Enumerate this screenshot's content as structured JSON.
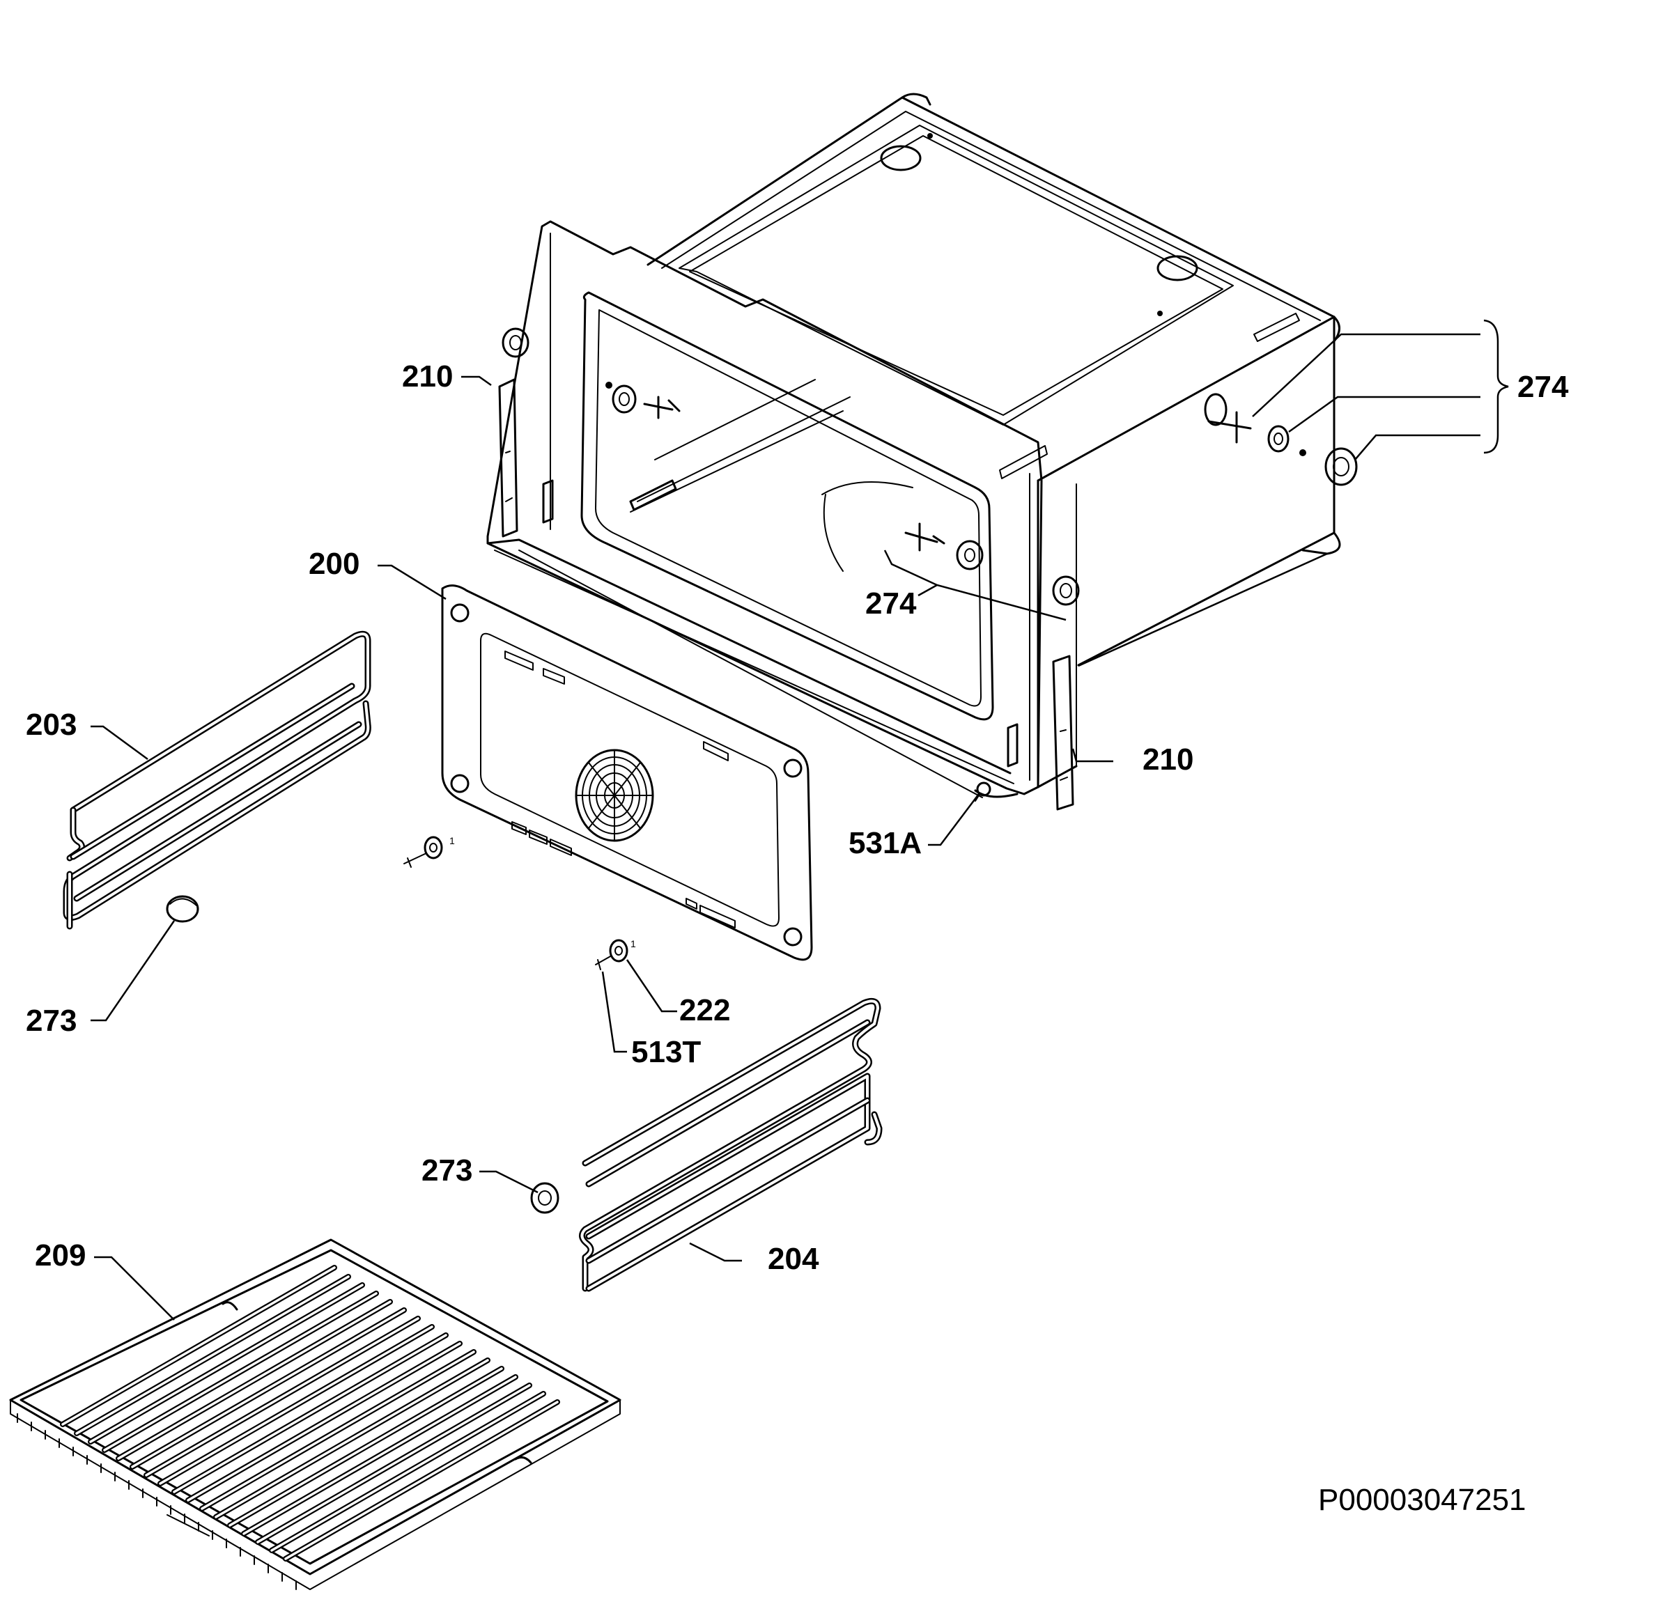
{
  "document_id": "P00003047251",
  "callouts": {
    "c200": "200",
    "c203": "203",
    "c204": "204",
    "c209": "209",
    "c210_left": "210",
    "c210_right": "210",
    "c222": "222",
    "c273_left": "273",
    "c273_center": "273",
    "c274_bracket": "274",
    "c274_inner": "274",
    "c513T": "513T",
    "c531A": "531A"
  },
  "tiny_marks": {
    "screw_left": "1",
    "screw_center": "1"
  }
}
